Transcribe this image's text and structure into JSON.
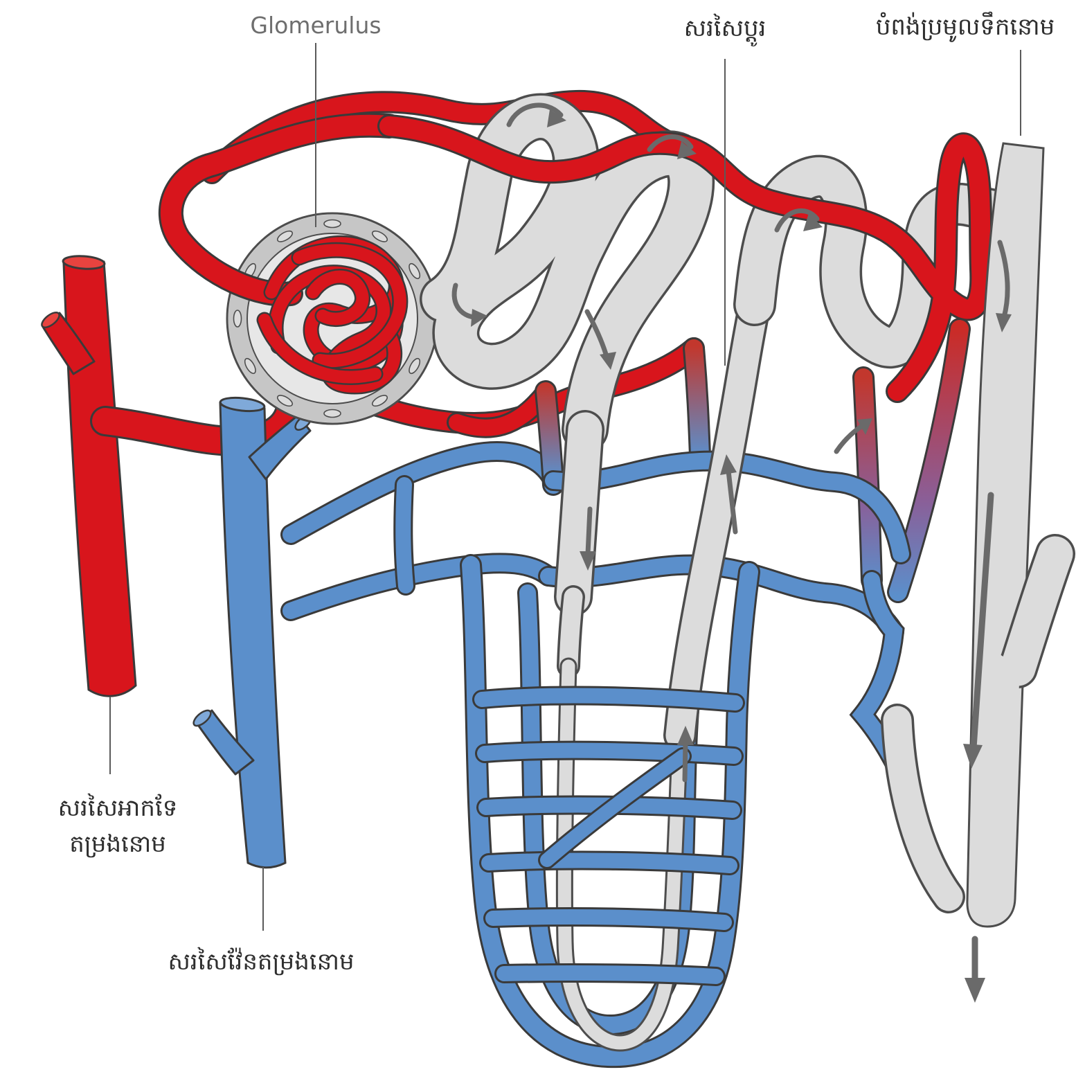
{
  "figure": {
    "title_label": "Glomerulus",
    "labels": {
      "glomerulus": "Glomerulus",
      "exchange_vessel": "សរសៃប្ដូរ",
      "collecting_duct": "បំពង់ប្រមូលទឹកនោម",
      "renal_artery_line1": "សរសៃអាកទែ",
      "renal_artery_line2": "តម្រងនោម",
      "renal_vein": "សរសៃវ៉ែនតម្រងនោម"
    },
    "colors": {
      "artery_red": "#d8151c",
      "vein_blue": "#5b8fcb",
      "tubule_gray": "#dcdcdc",
      "tubule_outline": "#4d4d4d",
      "capsule_wall": "#c6c6c6",
      "arrow_gray": "#6a6a6a",
      "leader_line": "#5a5a5a",
      "label_gray": "#6e6e6e",
      "label_dark": "#2e2e2e"
    },
    "flow_arrows": [
      {
        "name": "proximal-loop-1",
        "direction": "clockwise-right"
      },
      {
        "name": "proximal-loop-2",
        "direction": "down-right"
      },
      {
        "name": "proximal-loop-3",
        "direction": "down-right"
      },
      {
        "name": "descending-start",
        "direction": "down"
      },
      {
        "name": "descending-limb",
        "direction": "down"
      },
      {
        "name": "ascending-limb-lower",
        "direction": "up"
      },
      {
        "name": "ascending-limb-mid",
        "direction": "up"
      },
      {
        "name": "distal-loop-1",
        "direction": "down-right"
      },
      {
        "name": "distal-loop-2",
        "direction": "up-right"
      },
      {
        "name": "collecting-duct-top",
        "direction": "down"
      },
      {
        "name": "collecting-duct-main",
        "direction": "down"
      },
      {
        "name": "urine-outflow",
        "direction": "down"
      }
    ]
  }
}
